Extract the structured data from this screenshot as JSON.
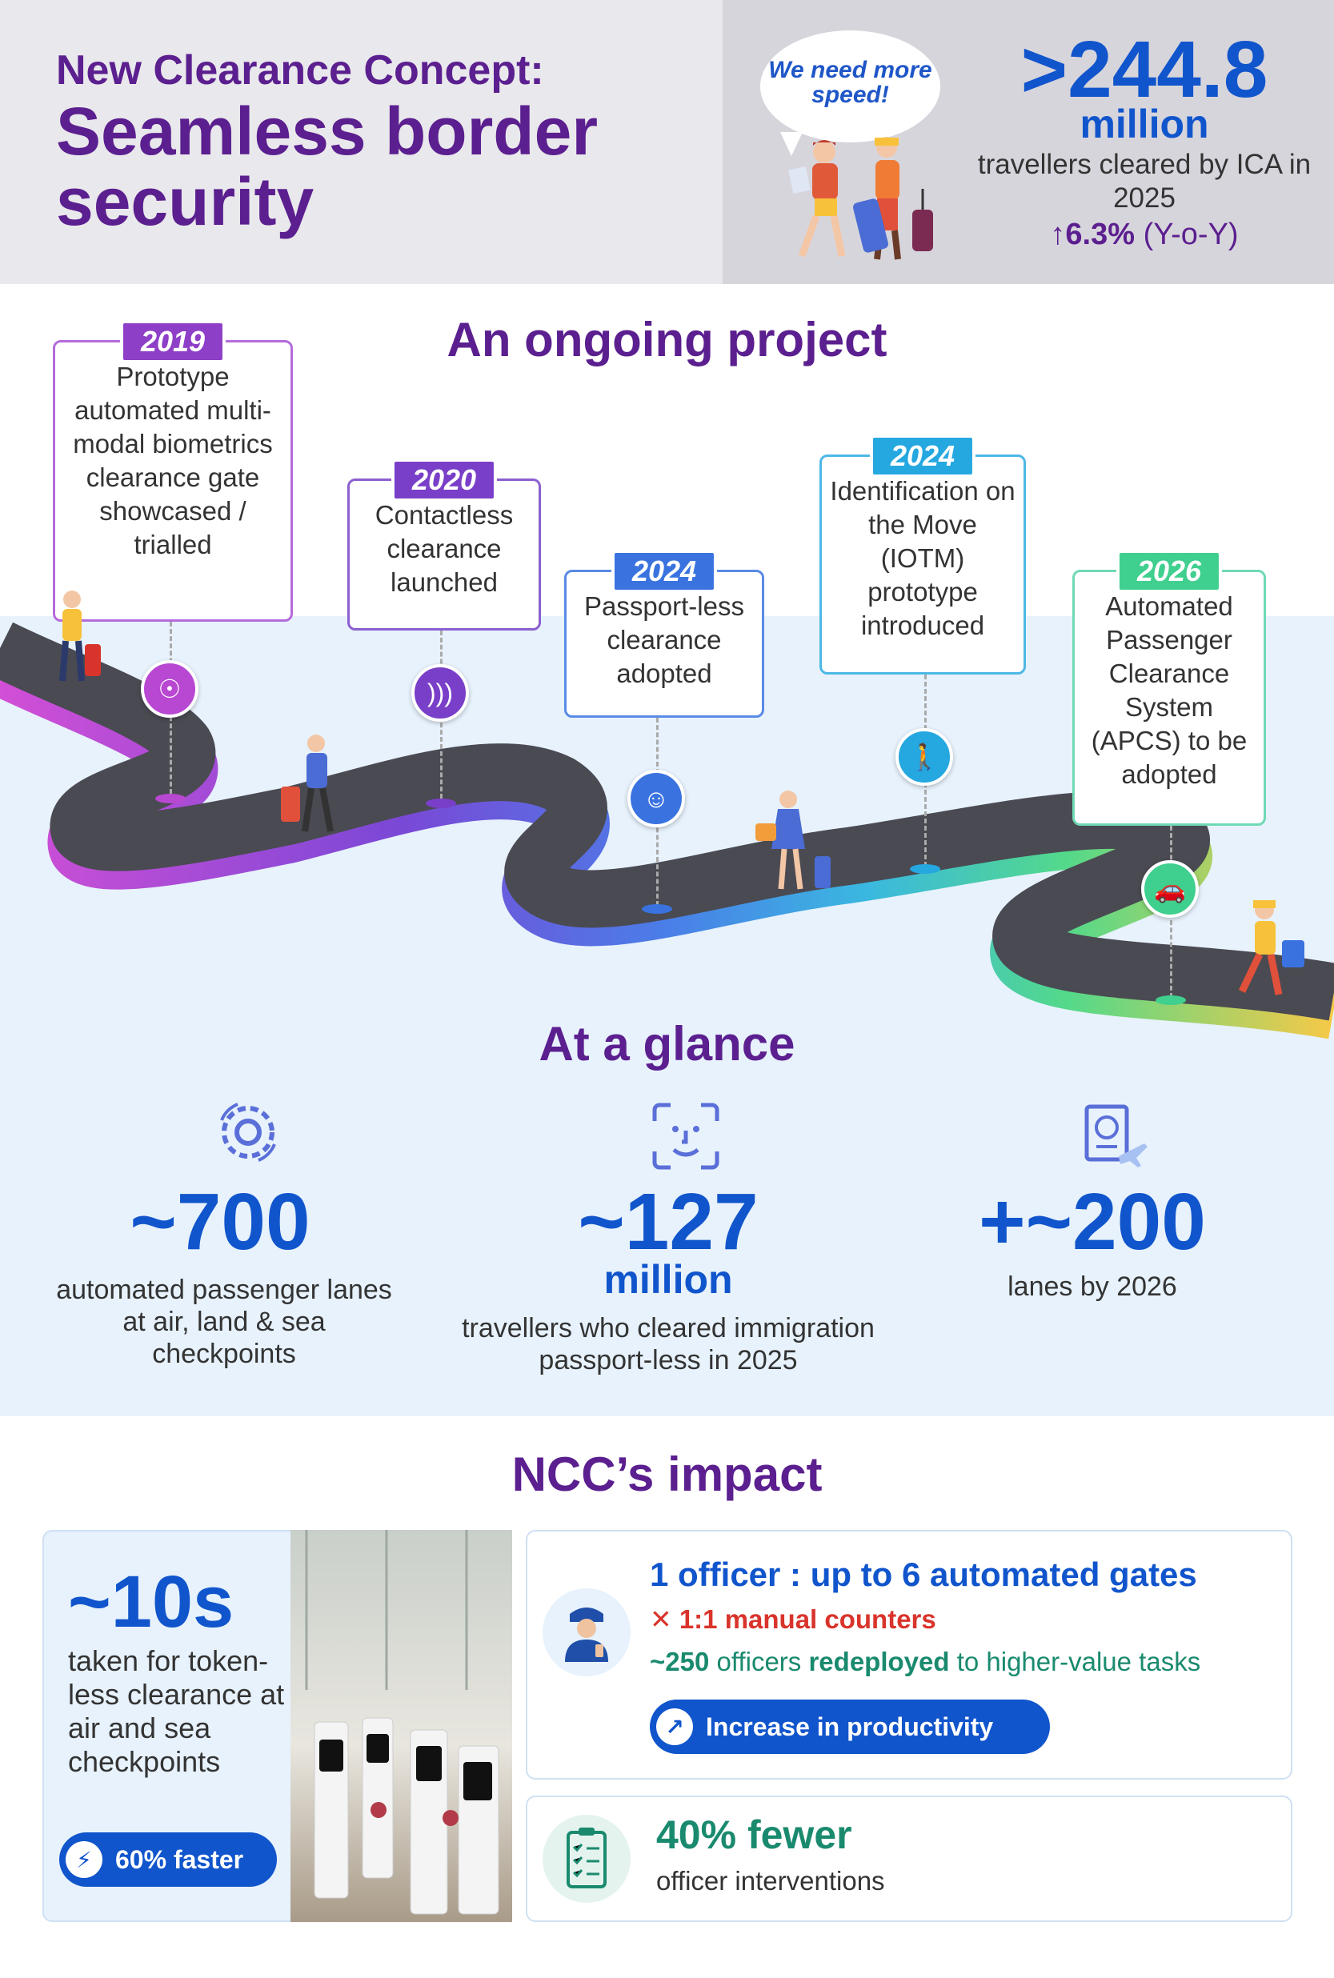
{
  "header": {
    "title_line1": "New Clearance Concept:",
    "title_line2": "Seamless border security",
    "bubble_text": "We need more speed!",
    "stat_value": ">244.8",
    "stat_unit": "million",
    "stat_desc": "travellers cleared by ICA in 2025",
    "stat_yoy_value": "↑6.3%",
    "stat_yoy_suffix": "(Y-o-Y)"
  },
  "timeline": {
    "title": "An ongoing project",
    "milestones": [
      {
        "year": "2019",
        "text": "Prototype automated multi-modal biometrics clearance gate showcased / trialled",
        "icon": "fingerprint-icon",
        "color": "#9b3fd1"
      },
      {
        "year": "2020",
        "text": "Contactless clearance launched",
        "icon": "contactless-icon",
        "color": "#7a3fc8"
      },
      {
        "year": "2024",
        "text": "Passport-less clearance adopted",
        "icon": "face-scan-icon",
        "color": "#3a73e0"
      },
      {
        "year": "2024",
        "text": "Identification on the Move (IOTM) prototype introduced",
        "icon": "walking-person-icon",
        "color": "#25a7e0"
      },
      {
        "year": "2026",
        "text": "Automated Passenger Clearance System (APCS) to be adopted",
        "icon": "car-icon",
        "color": "#3fcf8e"
      }
    ]
  },
  "glance": {
    "title": "At a glance",
    "items": [
      {
        "icon": "gear-icon",
        "value": "~700",
        "unit": "",
        "desc": "automated passenger lanes at air, land & sea checkpoints"
      },
      {
        "icon": "face-scan-icon",
        "value": "~127",
        "unit": "million",
        "desc": "travellers who cleared immigration passport-less in 2025"
      },
      {
        "icon": "passport-plane-icon",
        "value": "+~200",
        "unit": "",
        "desc": "lanes by 2026"
      }
    ]
  },
  "impact": {
    "title": "NCC’s impact",
    "speed_value": "~10s",
    "speed_desc": "taken for token-less clearance at air and sea checkpoints",
    "speed_pill": "60% faster",
    "ratio_line": "1 officer : up to 6 automated gates",
    "manual_line": "1:1 manual counters",
    "redeploy_num": "~250",
    "redeploy_mid": "officers",
    "redeploy_bold": "redeployed",
    "redeploy_tail": "to higher-value tasks",
    "productivity_pill": "Increase in productivity",
    "fewer_value": "40% fewer",
    "fewer_desc": "officer interventions"
  },
  "colors": {
    "purple": "#5b1f8f",
    "blue": "#1155cc",
    "teal": "#1a8a6e",
    "red": "#d9342b"
  }
}
